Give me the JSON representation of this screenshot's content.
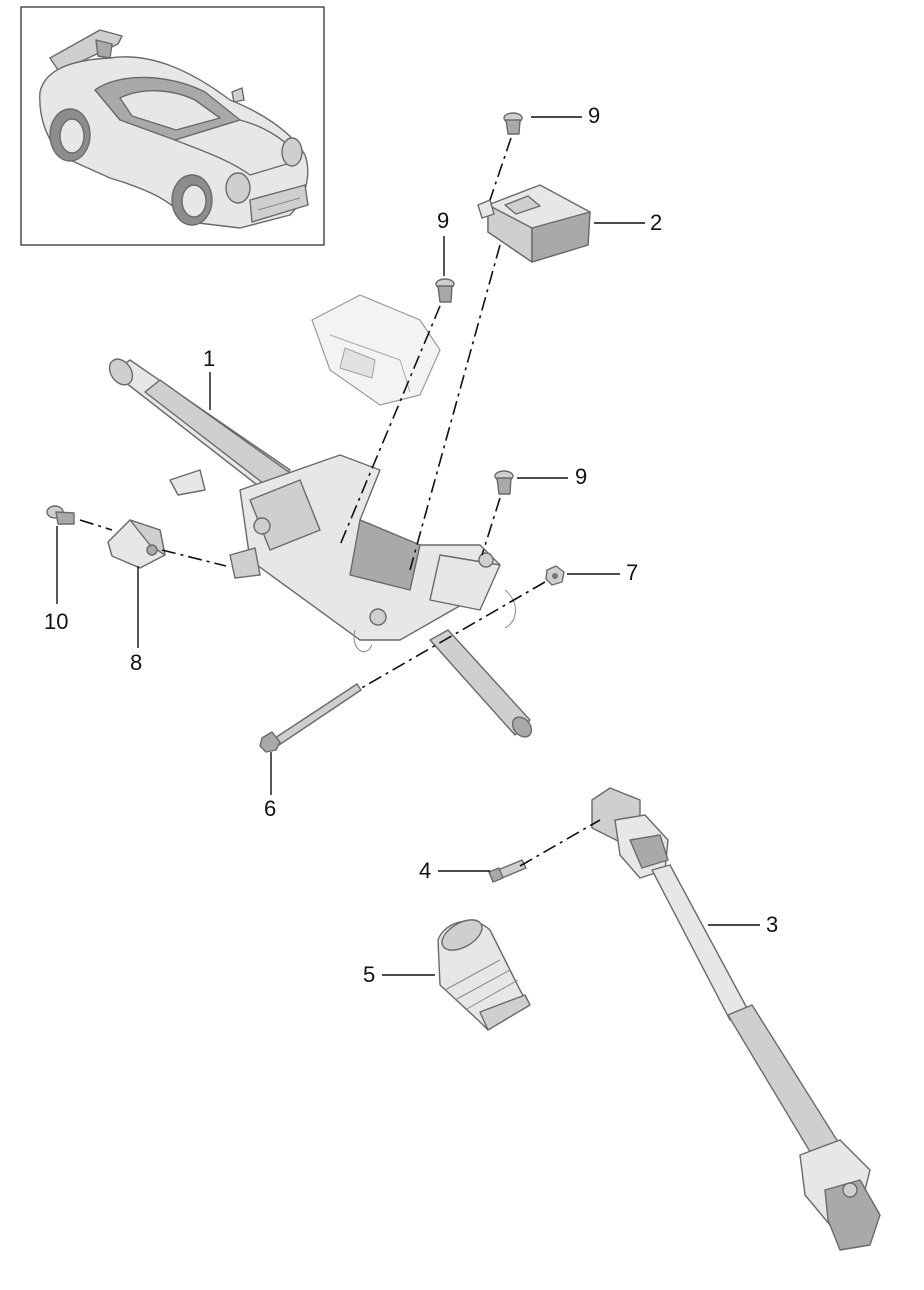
{
  "diagram": {
    "callouts": [
      {
        "id": "1",
        "label": "1"
      },
      {
        "id": "2",
        "label": "2"
      },
      {
        "id": "3",
        "label": "3"
      },
      {
        "id": "4",
        "label": "4"
      },
      {
        "id": "5",
        "label": "5"
      },
      {
        "id": "6",
        "label": "6"
      },
      {
        "id": "7",
        "label": "7"
      },
      {
        "id": "8",
        "label": "8"
      },
      {
        "id": "9a",
        "label": "9"
      },
      {
        "id": "9b",
        "label": "9"
      },
      {
        "id": "9c",
        "label": "9"
      },
      {
        "id": "10",
        "label": "10"
      }
    ]
  },
  "colors": {
    "line": "#111111",
    "part_outline": "#6a6a6a",
    "part_fill_light": "#e7e7e7",
    "part_fill_dark": "#a9a9a9"
  }
}
